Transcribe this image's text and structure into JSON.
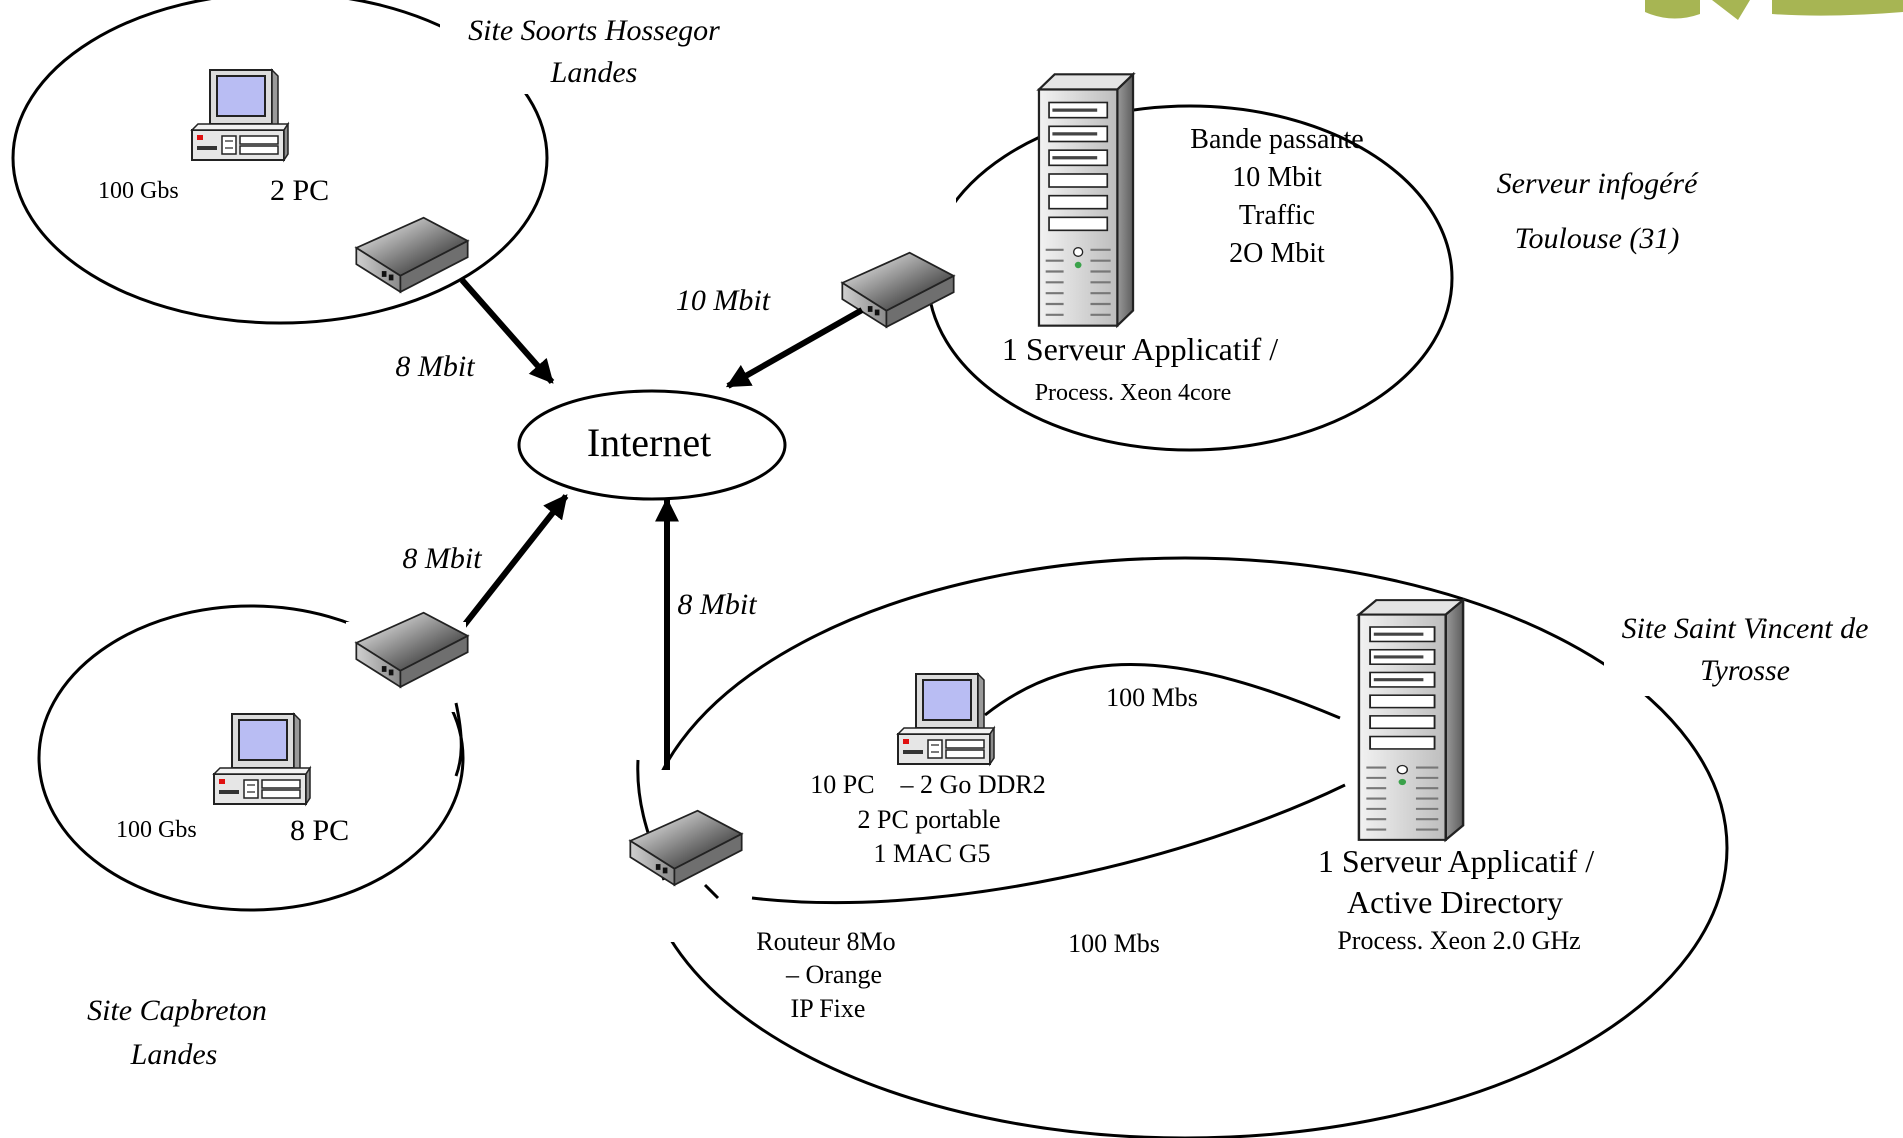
{
  "sites": {
    "hossegor": {
      "title_line1": "Site Soorts Hossegor",
      "title_line2": "Landes",
      "pc_count": "2 PC",
      "speed": "100 Gbs"
    },
    "capbreton": {
      "title_line1": "Site Capbreton",
      "title_line2": "Landes",
      "pc_count": "8 PC",
      "speed": "100 Gbs"
    },
    "toulouse": {
      "title_line1": "Serveur infogéré",
      "title_line2": "Toulouse (31)",
      "bandwidth_line1": "Bande passante",
      "bandwidth_line2": "10 Mbit",
      "bandwidth_line3": "Traffic",
      "bandwidth_line4": "2O Mbit",
      "server_line1": "1 Serveur Applicatif /",
      "server_line2": "Process. Xeon 4core"
    },
    "tyrosse": {
      "title_line1": "Site Saint Vincent de",
      "title_line2": "Tyrosse",
      "pcs_line1": "10 PC    – 2 Go DDR2",
      "pcs_line2": "2 PC portable",
      "pcs_line3": "1 MAC G5",
      "link_top": "100 Mbs",
      "link_bottom": "100 Mbs",
      "router_line1": "Routeur 8Mo",
      "router_line2": "– Orange",
      "router_line3": "IP Fixe",
      "server_line1": "1 Serveur Applicatif /",
      "server_line2": "Active Directory",
      "server_line3": "Process. Xeon 2.0 GHz"
    }
  },
  "internet": {
    "label": "Internet"
  },
  "links": {
    "hossegor": "8 Mbit",
    "toulouse": "10 Mbit",
    "capbreton": "8 Mbit",
    "tyrosse": "8 Mbit"
  },
  "icons": {
    "pc": "desktop-pc-icon",
    "server": "tower-server-icon",
    "router": "router-icon",
    "logo": "logo-fragment"
  },
  "colors": {
    "screen": "#b9bdf3",
    "logo": "#a7b553",
    "led": "#e01010"
  }
}
